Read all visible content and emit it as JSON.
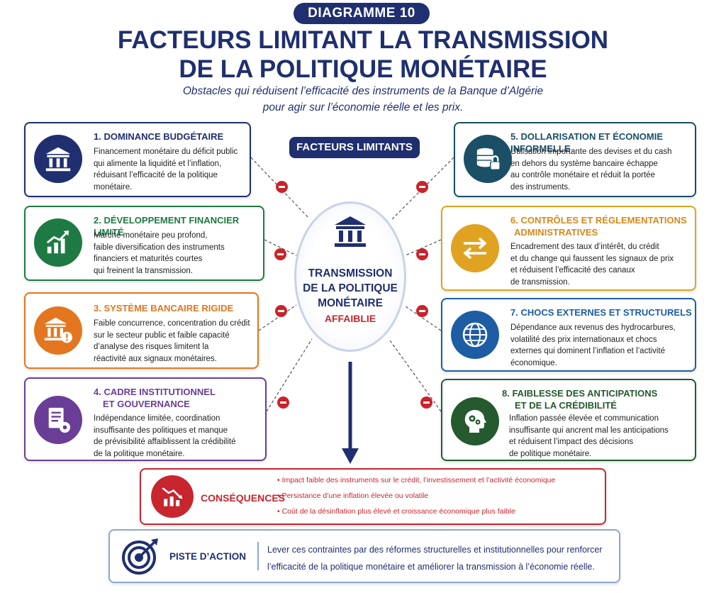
{
  "header": {
    "badge": "DIAGRAMME 10",
    "title_line1": "FACTEURS LIMITANT LA TRANSMISSION",
    "title_line2": "DE LA POLITIQUE MONÉTAIRE",
    "subtitle_line1": "Obstacles qui réduisent l’efficacité des instruments de la Banque d’Algérie",
    "subtitle_line2": "pour agir sur l’économie réelle et les prix."
  },
  "limits_label": "FACTEURS LIMITANTS",
  "center": {
    "line1": "TRANSMISSION",
    "line2": "DE LA POLITIQUE",
    "line3": "MONÉTAIRE",
    "status": "AFFAIBLIE"
  },
  "colors": {
    "navy": "#1f2f6f",
    "green": "#1e7a43",
    "orange": "#e4761f",
    "purple": "#6a3d97",
    "teal": "#1a4f66",
    "gold": "#e0a321",
    "blue": "#1d5da4",
    "darkgreen": "#245a2e",
    "red": "#c7262f"
  },
  "factors": [
    {
      "title1": "1. DOMINANCE BUDGÉTAIRE",
      "title2": "",
      "icon": "bank-icon",
      "lines": [
        "Financement monétaire du déficit public",
        "qui alimente la liquidité et l’inflation,",
        "réduisant l’efficacité de la politique",
        "monétaire."
      ]
    },
    {
      "title1": "2. DÉVELOPPEMENT FINANCIER LIMITÉ",
      "title2": "",
      "icon": "growth-chart-icon",
      "lines": [
        "Marché monétaire peu profond,",
        "faible diversification des instruments",
        "financiers et maturités courtes",
        "qui freinent la transmission."
      ]
    },
    {
      "title1": "3. SYSTÈME BANCAIRE RIGIDE",
      "title2": "",
      "icon": "bank-warning-icon",
      "lines": [
        "Faible concurrence, concentration du crédit",
        "sur le secteur public et faible capacité",
        "d’analyse des risques limitent la",
        "réactivité aux signaux monétaires."
      ]
    },
    {
      "title1": "4. CADRE INSTITUTIONNEL",
      "title2": "ET GOUVERNANCE",
      "icon": "document-gear-icon",
      "lines": [
        "Indépendance limitée, coordination",
        "insuffisante des politiques et manque",
        "de prévisibilité affaiblissent la crédibilité",
        "de la politique monétaire."
      ]
    },
    {
      "title1": "5. DOLLARISATION ET ÉCONOMIE INFORMELLE",
      "title2": "",
      "icon": "coins-lock-icon",
      "lines": [
        "Utilisation importante des devises et du cash",
        "en dehors du système bancaire échappe",
        "au contrôle monétaire et réduit la portée",
        "des instruments."
      ]
    },
    {
      "title1": "6. CONTRÔLES ET RÉGLEMENTATIONS",
      "title2": "ADMINISTRATIVES",
      "icon": "exchange-arrows-icon",
      "lines": [
        "Encadrement des taux d’intérêt, du crédit",
        "et du change qui faussent les signaux de prix",
        "et réduisent l’efficacité des canaux",
        "de transmission."
      ]
    },
    {
      "title1": "7. CHOCS EXTERNES ET STRUCTURELS",
      "title2": "",
      "icon": "globe-icon",
      "lines": [
        "Dépendance aux revenus des hydrocarbures,",
        "volatilité des prix internationaux et chocs",
        "externes qui dominent l’inflation et l’activité",
        "économique."
      ]
    },
    {
      "title1": "8. FAIBLESSE DES ANTICIPATIONS",
      "title2": "ET DE LA CRÉDIBILITÉ",
      "icon": "head-gears-icon",
      "lines": [
        "Inflation passée élevée et communication",
        "insuffisante qui ancrent mal les anticipations",
        "et réduisent l’impact des décisions",
        "de politique monétaire."
      ]
    }
  ],
  "consequences": {
    "label": "CONSÉQUENCES",
    "items": [
      "Impact faible des instruments sur le crédit, l’investissement et l’activité économique",
      "Persistance d’une inflation élevée ou volatile",
      "Coût de la désinflation plus élevé et croissance économique plus faible"
    ]
  },
  "action": {
    "label": "PISTE D’ACTION",
    "line1": "Lever ces contraintes par des réformes structurelles et institutionnelles pour renforcer",
    "line2": "l’efficacité de la politique monétaire et améliorer la transmission à l’économie réelle."
  }
}
